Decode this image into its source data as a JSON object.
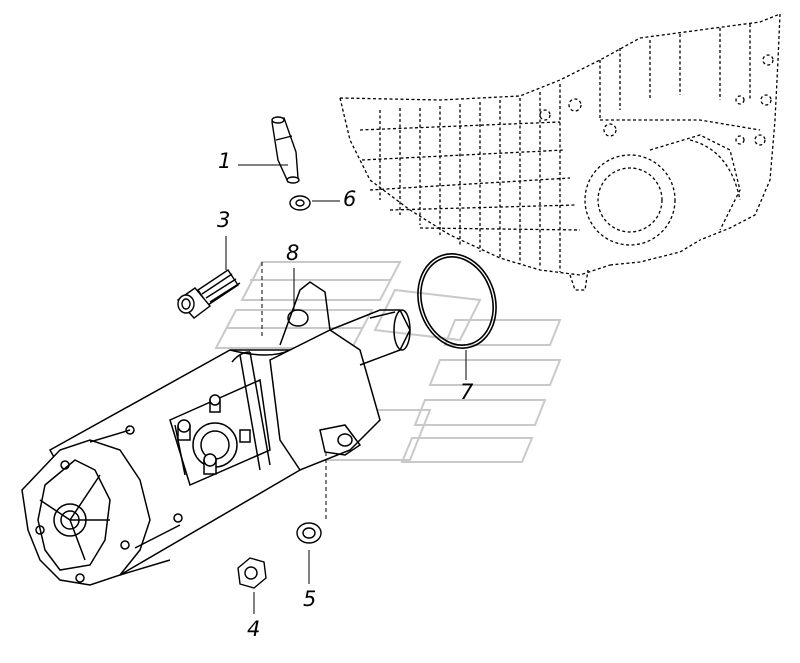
{
  "diagram": {
    "callouts": [
      {
        "id": "1",
        "label": "1",
        "part_icon": "drive-pin-icon"
      },
      {
        "id": "3",
        "label": "3",
        "part_icon": "bolt-icon"
      },
      {
        "id": "4",
        "label": "4",
        "part_icon": "nut-icon"
      },
      {
        "id": "5",
        "label": "5",
        "part_icon": "washer-icon"
      },
      {
        "id": "6",
        "label": "6",
        "part_icon": "small-washer-icon"
      },
      {
        "id": "7",
        "label": "7",
        "part_icon": "o-ring-icon"
      },
      {
        "id": "8",
        "label": "8",
        "part_icon": "mounting-flange-icon"
      }
    ],
    "assembly_icons": [
      "starter-motor-icon",
      "engine-housing-icon",
      "watermark-logo-icon"
    ],
    "colors": {
      "line": "#000000",
      "background": "#ffffff",
      "watermark": "#c9c9c9"
    }
  }
}
